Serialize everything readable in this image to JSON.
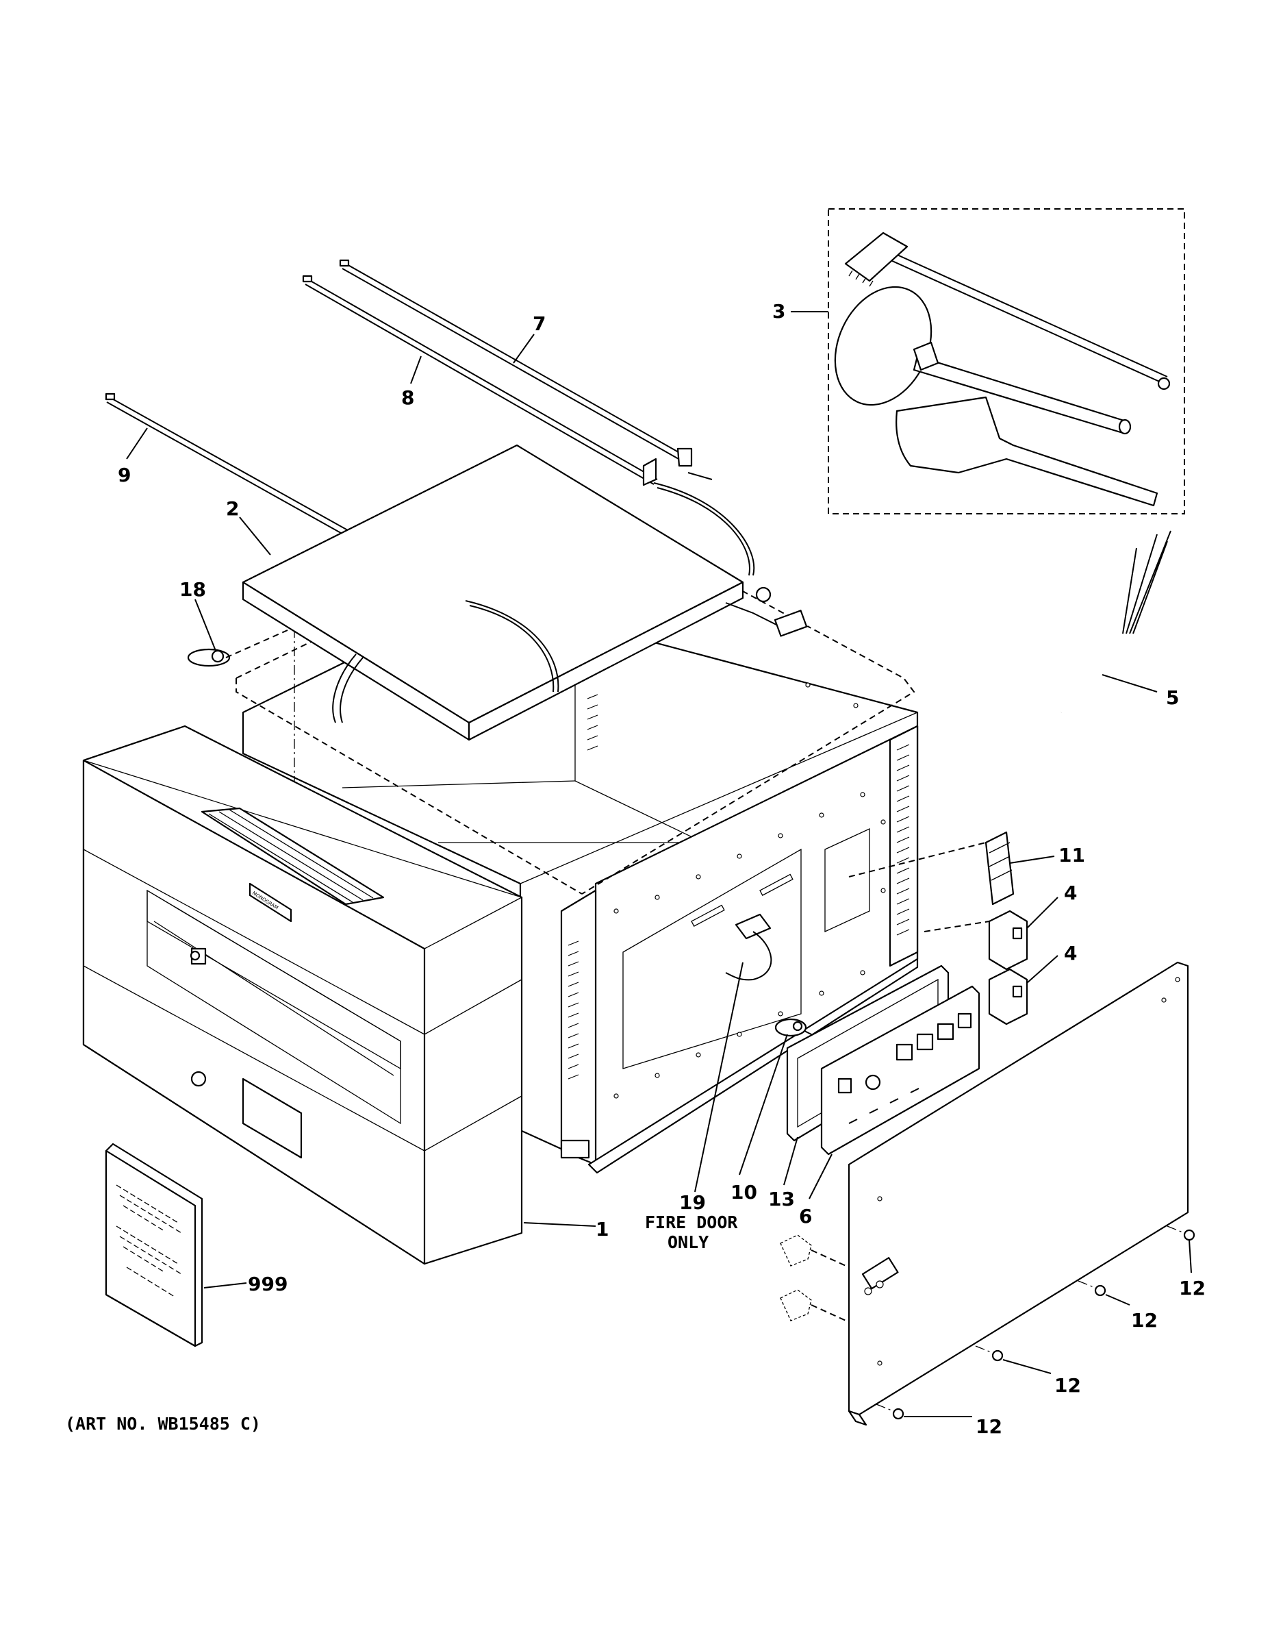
{
  "callouts": {
    "c1": "1",
    "c2": "2",
    "c3": "3",
    "c4a": "4",
    "c4b": "4",
    "c5": "5",
    "c6": "6",
    "c7": "7",
    "c8": "8",
    "c9": "9",
    "c10": "10",
    "c11": "11",
    "c12a": "12",
    "c12b": "12",
    "c12c": "12",
    "c12d": "12",
    "c13": "13",
    "c18": "18",
    "c19": "19",
    "c999": "999"
  },
  "notes": {
    "fire_door_line1": "FIRE DOOR",
    "fire_door_line2": "ONLY"
  },
  "art_number": "(ART NO. WB15485 C)",
  "brand_badge": "MONOGRAM"
}
